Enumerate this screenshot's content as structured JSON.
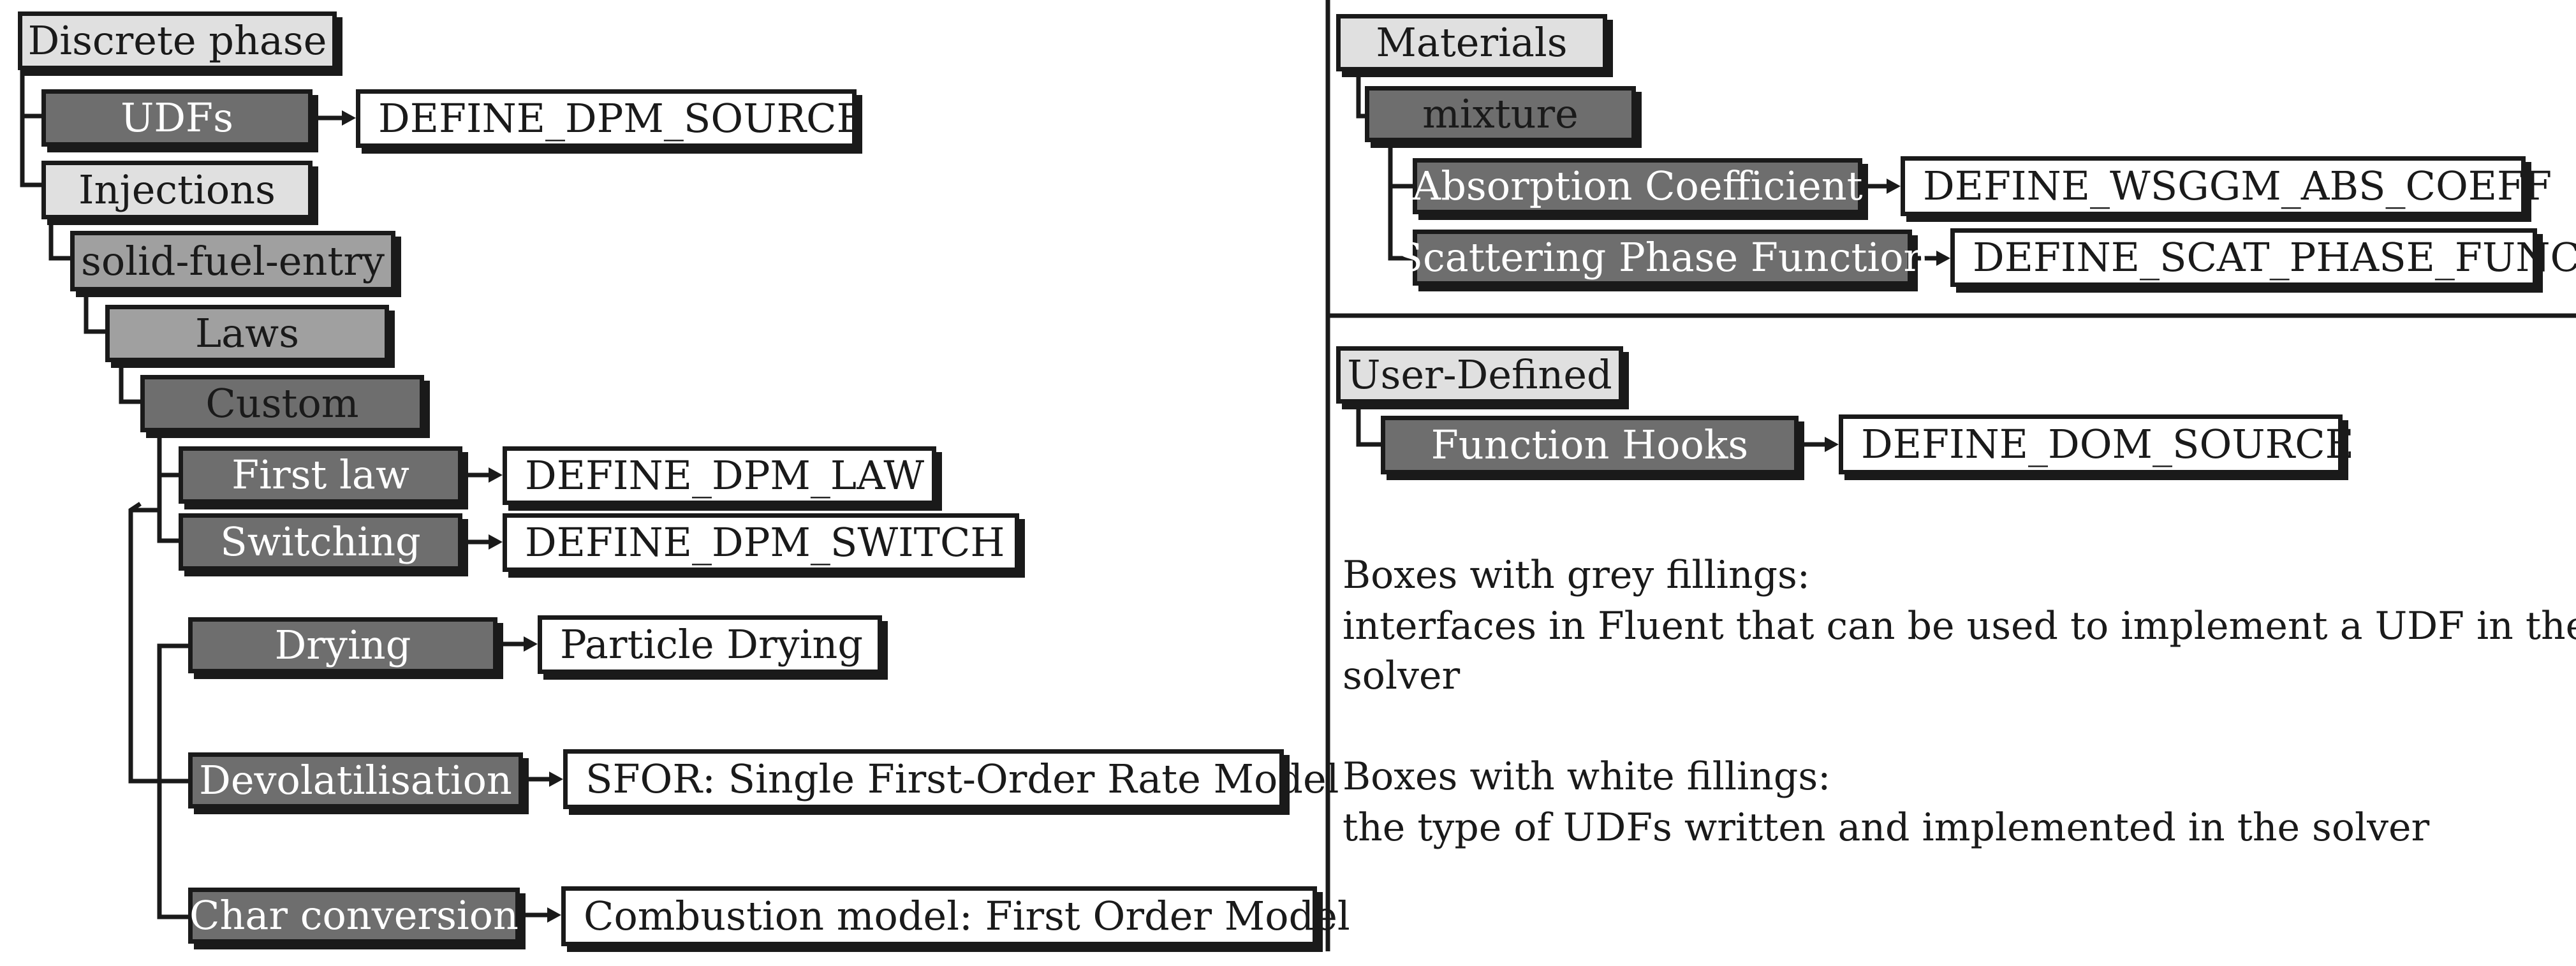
{
  "left": {
    "discrete_phase": "Discrete phase",
    "udfs": "UDFs",
    "define_dpm_source": "DEFINE_DPM_SOURCE",
    "injections": "Injections",
    "solid_fuel_entry": "solid-fuel-entry",
    "laws": "Laws",
    "custom": "Custom",
    "first_law": "First law",
    "define_dpm_law": "DEFINE_DPM_LAW",
    "switching": "Switching",
    "define_dpm_switch": "DEFINE_DPM_SWITCH",
    "drying": "Drying",
    "particle_drying": "Particle Drying",
    "devolatilisation": "Devolatilisation",
    "sfor": "SFOR: Single First-Order Rate Model",
    "char_conversion": "Char conversion",
    "combustion_model": "Combustion model: First Order Model"
  },
  "right": {
    "materials": "Materials",
    "mixture": "mixture",
    "absorption_coefficient": "Absorption Coefficient",
    "define_wsggm_abs_coeff": "DEFINE_WSGGM_ABS_COEFF",
    "scattering_phase_function": "Scattering Phase Function",
    "define_scat_phase_func": "DEFINE_SCAT_PHASE_FUNC",
    "user_defined": "User-Defined",
    "function_hooks": "Function Hooks",
    "define_dom_source": "DEFINE_DOM_SOURCE"
  },
  "legend": {
    "grey_heading": "Boxes with grey fillings:",
    "grey_text_1": "interfaces in Fluent that can be used to implement a UDF in the",
    "grey_text_2": "solver",
    "white_heading": "Boxes with white fillings:",
    "white_text": "the type of UDFs written and implemented in the solver"
  },
  "colors": {
    "light_grey_fill": "#e0e0e0",
    "medium_grey_fill": "#a0a0a0",
    "dark_grey_fill": "#6e6e6e",
    "white_fill": "#ffffff",
    "lines": "#1a1a1a"
  }
}
